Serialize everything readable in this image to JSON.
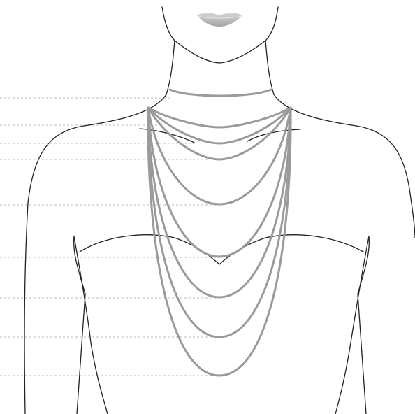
{
  "diagram": {
    "subject": "necklace-length-guide",
    "figure": "female-torso-outline",
    "necklace_levels": 9,
    "colors": {
      "outline": "#222222",
      "chain": "#9a9a9a",
      "guide": "#bdbdbd",
      "lips_top": "#d0d0d0",
      "lips_bottom": "#a8a8a8"
    }
  }
}
